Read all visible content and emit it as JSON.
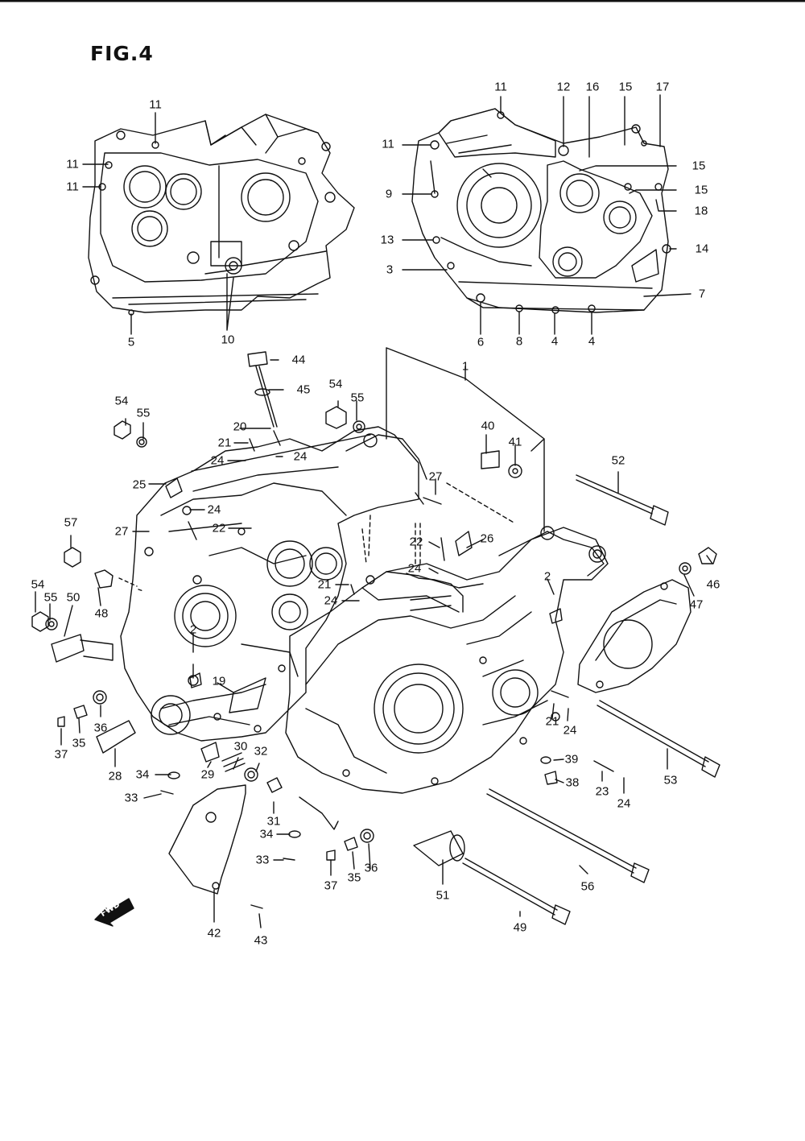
{
  "figure": {
    "title": "FIG.4"
  },
  "fwd_marker": "FWD",
  "callouts": [
    {
      "id": "c11a",
      "text": "11"
    },
    {
      "id": "c11b",
      "text": "11"
    },
    {
      "id": "c11c",
      "text": "11"
    },
    {
      "id": "c5",
      "text": "5"
    },
    {
      "id": "c10",
      "text": "10"
    },
    {
      "id": "c11d",
      "text": "11"
    },
    {
      "id": "c12",
      "text": "12"
    },
    {
      "id": "c16",
      "text": "16"
    },
    {
      "id": "c15a",
      "text": "15"
    },
    {
      "id": "c17",
      "text": "17"
    },
    {
      "id": "c11e",
      "text": "11"
    },
    {
      "id": "c15b",
      "text": "15"
    },
    {
      "id": "c9",
      "text": "9"
    },
    {
      "id": "c15c",
      "text": "15"
    },
    {
      "id": "c18",
      "text": "18"
    },
    {
      "id": "c13",
      "text": "13"
    },
    {
      "id": "c14",
      "text": "14"
    },
    {
      "id": "c3",
      "text": "3"
    },
    {
      "id": "c7",
      "text": "7"
    },
    {
      "id": "c6",
      "text": "6"
    },
    {
      "id": "c8",
      "text": "8"
    },
    {
      "id": "c4a",
      "text": "4"
    },
    {
      "id": "c4b",
      "text": "4"
    },
    {
      "id": "c44",
      "text": "44"
    },
    {
      "id": "c45",
      "text": "45"
    },
    {
      "id": "c1",
      "text": "1"
    },
    {
      "id": "c54a",
      "text": "54"
    },
    {
      "id": "c55a",
      "text": "55"
    },
    {
      "id": "c54b",
      "text": "54"
    },
    {
      "id": "c55b",
      "text": "55"
    },
    {
      "id": "c20",
      "text": "20"
    },
    {
      "id": "c21a",
      "text": "21"
    },
    {
      "id": "c24a",
      "text": "24"
    },
    {
      "id": "c24b",
      "text": "24"
    },
    {
      "id": "c40",
      "text": "40"
    },
    {
      "id": "c41",
      "text": "41"
    },
    {
      "id": "c52",
      "text": "52"
    },
    {
      "id": "c25",
      "text": "25"
    },
    {
      "id": "c27a",
      "text": "27"
    },
    {
      "id": "c24c",
      "text": "24"
    },
    {
      "id": "c57",
      "text": "57"
    },
    {
      "id": "c27b",
      "text": "27"
    },
    {
      "id": "c22a",
      "text": "22"
    },
    {
      "id": "c26",
      "text": "26"
    },
    {
      "id": "c22b",
      "text": "22"
    },
    {
      "id": "c24d",
      "text": "24"
    },
    {
      "id": "c46",
      "text": "46"
    },
    {
      "id": "c54c",
      "text": "54"
    },
    {
      "id": "c55c",
      "text": "55"
    },
    {
      "id": "c50",
      "text": "50"
    },
    {
      "id": "c48",
      "text": "48"
    },
    {
      "id": "c21b",
      "text": "21"
    },
    {
      "id": "c2a",
      "text": "2"
    },
    {
      "id": "c24e",
      "text": "24"
    },
    {
      "id": "c47",
      "text": "47"
    },
    {
      "id": "c2b",
      "text": "2"
    },
    {
      "id": "c19",
      "text": "19"
    },
    {
      "id": "c36a",
      "text": "36"
    },
    {
      "id": "c37a",
      "text": "37"
    },
    {
      "id": "c35a",
      "text": "35"
    },
    {
      "id": "c21c",
      "text": "21"
    },
    {
      "id": "c24f",
      "text": "24"
    },
    {
      "id": "c28",
      "text": "28"
    },
    {
      "id": "c34a",
      "text": "34"
    },
    {
      "id": "c29",
      "text": "29"
    },
    {
      "id": "c30",
      "text": "30"
    },
    {
      "id": "c32",
      "text": "32"
    },
    {
      "id": "c39",
      "text": "39"
    },
    {
      "id": "c53",
      "text": "53"
    },
    {
      "id": "c23",
      "text": "23"
    },
    {
      "id": "c38",
      "text": "38"
    },
    {
      "id": "c24g",
      "text": "24"
    },
    {
      "id": "c33a",
      "text": "33"
    },
    {
      "id": "c31",
      "text": "31"
    },
    {
      "id": "c34b",
      "text": "34"
    },
    {
      "id": "c33b",
      "text": "33"
    },
    {
      "id": "c35b",
      "text": "35"
    },
    {
      "id": "c36b",
      "text": "36"
    },
    {
      "id": "c37b",
      "text": "37"
    },
    {
      "id": "c51",
      "text": "51"
    },
    {
      "id": "c56",
      "text": "56"
    },
    {
      "id": "c42",
      "text": "42"
    },
    {
      "id": "c43",
      "text": "43"
    },
    {
      "id": "c49",
      "text": "49"
    }
  ]
}
